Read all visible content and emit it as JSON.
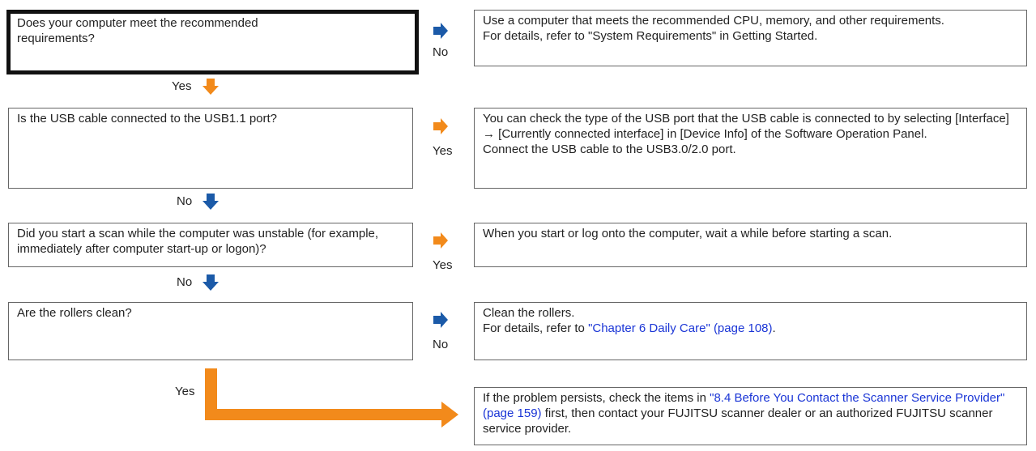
{
  "colors": {
    "arrow_blue": "#1b5aa8",
    "arrow_orange": "#f28a1b",
    "link": "#1a35d6",
    "border": "#666666"
  },
  "steps": [
    {
      "question": "Does your computer meet the recommended requirements?",
      "side_label": "No",
      "action_lines": [
        "Use a computer that meets the recommended CPU, memory, and other requirements.",
        "For details, refer to \"System Requirements\" in Getting Started."
      ],
      "down_label": "Yes"
    },
    {
      "question": "Is the USB cable connected to the USB1.1 port?",
      "side_label": "Yes",
      "action_lines": [
        "You can check the type of the USB port that the USB cable is connected to by selecting [Interface] → [Currently connected interface] in [Device Info] of the Software Operation Panel.",
        "Connect the USB cable to the USB3.0/2.0 port."
      ],
      "down_label": "No"
    },
    {
      "question": "Did you start a scan while the computer was unstable (for example, immediately after computer start-up or logon)?",
      "side_label": "Yes",
      "action_lines": [
        "When you start or log onto the computer, wait a while before starting a scan."
      ],
      "down_label": "No"
    },
    {
      "question": "Are the rollers clean?",
      "side_label": "No",
      "action_pre": "Clean the rollers.",
      "action_text": "For details, refer to ",
      "action_link": "\"Chapter 6 Daily Care\" (page 108)",
      "action_post": ".",
      "down_label": "Yes"
    }
  ],
  "final": {
    "pre": "If the problem persists, check the items in ",
    "link": "\"8.4 Before You Contact the Scanner Service Provider\" (page 159)",
    "post": " first, then contact your FUJITSU scanner dealer or an authorized FUJITSU scanner service provider."
  }
}
